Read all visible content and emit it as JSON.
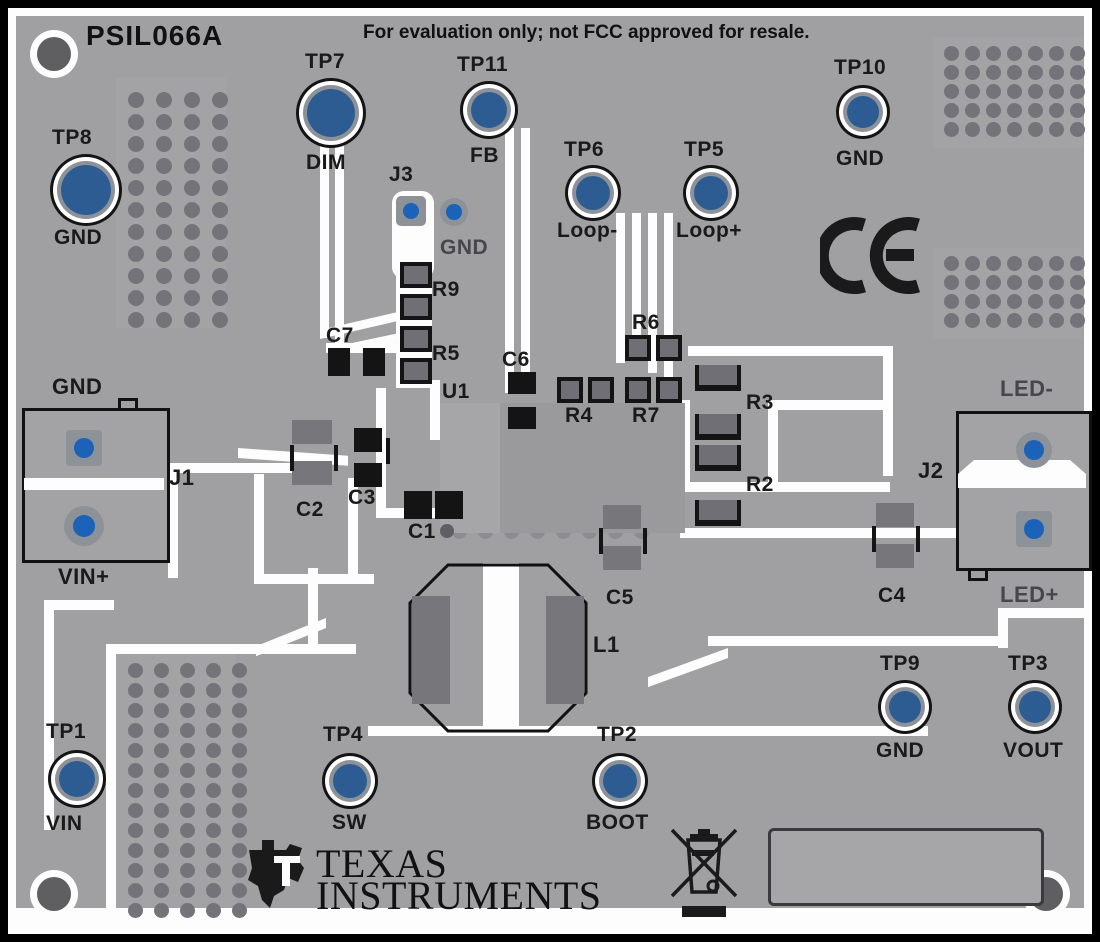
{
  "board": {
    "part_number": "PSIL066A",
    "notice": "For evaluation only; not FCC approved for resale.",
    "vendor_line1": "TEXAS",
    "vendor_line2": "INSTRUMENTS",
    "ce_mark": "CE",
    "colors": {
      "substrate": "#a8a8aa",
      "silkscreen": "#fdfdfd",
      "pad_metal": "#76767b",
      "testpoint_center": "#2d5c92",
      "connector_barrel": "#1c62b8",
      "outline": "#111111",
      "border": "#000000"
    }
  },
  "test_points": [
    {
      "id": "TP8",
      "net": "GND"
    },
    {
      "id": "TP7",
      "net": "DIM"
    },
    {
      "id": "TP11",
      "net": "FB"
    },
    {
      "id": "TP6",
      "net": "Loop-"
    },
    {
      "id": "TP5",
      "net": "Loop+"
    },
    {
      "id": "TP10",
      "net": "GND"
    },
    {
      "id": "TP1",
      "net": "VIN"
    },
    {
      "id": "TP4",
      "net": "SW"
    },
    {
      "id": "TP2",
      "net": "BOOT"
    },
    {
      "id": "TP9",
      "net": "GND"
    },
    {
      "id": "TP3",
      "net": "VOUT"
    }
  ],
  "connectors": [
    {
      "id": "J1",
      "pins": [
        "GND",
        "VIN+"
      ]
    },
    {
      "id": "J2",
      "pins": [
        "LED-",
        "LED+"
      ]
    },
    {
      "id": "J3",
      "pins": [
        "GND"
      ]
    }
  ],
  "components": [
    {
      "ref": "U1",
      "type": "ic"
    },
    {
      "ref": "L1",
      "type": "inductor"
    },
    {
      "ref": "C1",
      "type": "capacitor"
    },
    {
      "ref": "C2",
      "type": "capacitor"
    },
    {
      "ref": "C3",
      "type": "capacitor"
    },
    {
      "ref": "C4",
      "type": "capacitor"
    },
    {
      "ref": "C5",
      "type": "capacitor"
    },
    {
      "ref": "C6",
      "type": "capacitor"
    },
    {
      "ref": "C7",
      "type": "capacitor"
    },
    {
      "ref": "R2",
      "type": "resistor"
    },
    {
      "ref": "R3",
      "type": "resistor"
    },
    {
      "ref": "R4",
      "type": "resistor"
    },
    {
      "ref": "R5",
      "type": "resistor"
    },
    {
      "ref": "R6",
      "type": "resistor"
    },
    {
      "ref": "R7",
      "type": "resistor"
    },
    {
      "ref": "R9",
      "type": "resistor"
    }
  ],
  "markings": {
    "weee_icon": "crossed-out-wheelie-bin-icon",
    "ce_icon": "ce-mark-icon",
    "ti_logo_icon": "texas-instruments-logo-icon",
    "label_box": ""
  }
}
